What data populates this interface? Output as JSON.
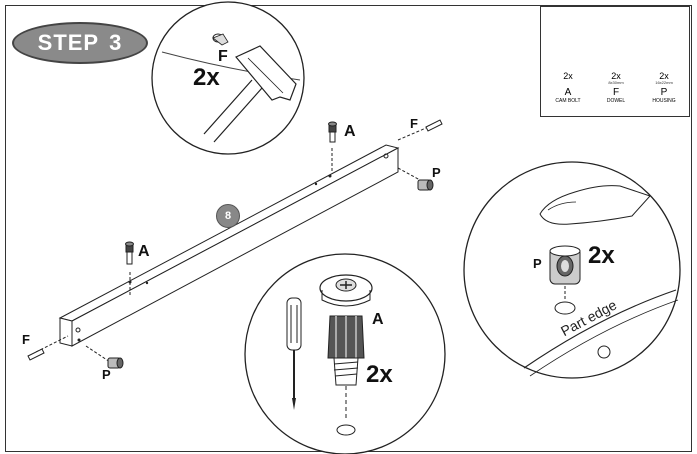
{
  "step": {
    "word": "STEP",
    "number": "3"
  },
  "parts_list": [
    {
      "qty": "2x",
      "size": "",
      "code": "A",
      "name": "CAM BOLT",
      "icon": "cam-bolt-icon"
    },
    {
      "qty": "2x",
      "size": "8x30mm",
      "code": "F",
      "name": "DOWEL",
      "icon": "dowel-icon"
    },
    {
      "qty": "2x",
      "size": "16x22mm",
      "code": "P",
      "name": "HOUSING",
      "icon": "housing-icon"
    }
  ],
  "callouts": {
    "dowel_detail": {
      "label": "F",
      "count": "2x"
    },
    "cam_bolt_detail": {
      "label": "A",
      "count": "2x"
    },
    "housing_detail": {
      "label": "P",
      "count": "2x",
      "edge_text": "Part edge"
    }
  },
  "rail": {
    "part_number": "8",
    "labels": {
      "bolt_top": "A",
      "bolt_left": "A",
      "dowel_right": "F",
      "dowel_left": "F",
      "housing_right": "P",
      "housing_left": "P"
    }
  }
}
